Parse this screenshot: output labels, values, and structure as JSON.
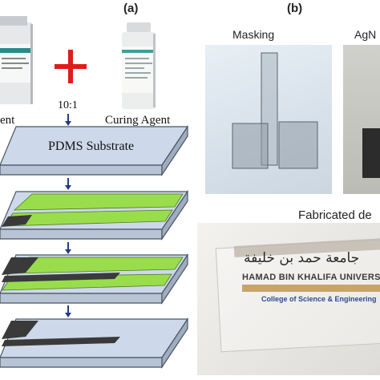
{
  "panels": {
    "a": "(a)",
    "b": "(b)"
  },
  "left": {
    "base_label": "ent",
    "curing_label": "Curing Agent",
    "ratio": "10:1",
    "substrate_label": "PDMS Substrate",
    "layer_colors": {
      "slab": "#cdd9ea",
      "green": "#99dd4c",
      "dark": "#3a3a3a",
      "arrow": "#1f3c88",
      "cross": "#e01b1b"
    }
  },
  "right": {
    "masking_title": "Masking",
    "agnw_title": "AgN",
    "fabricated_title": "Fabricated de",
    "logo_arabic": "جامعة حمد بن خليفة",
    "logo_english": "HAMAD BIN KHALIFA UNIVERSITY",
    "logo_sub": "College of Science & Engineering"
  }
}
